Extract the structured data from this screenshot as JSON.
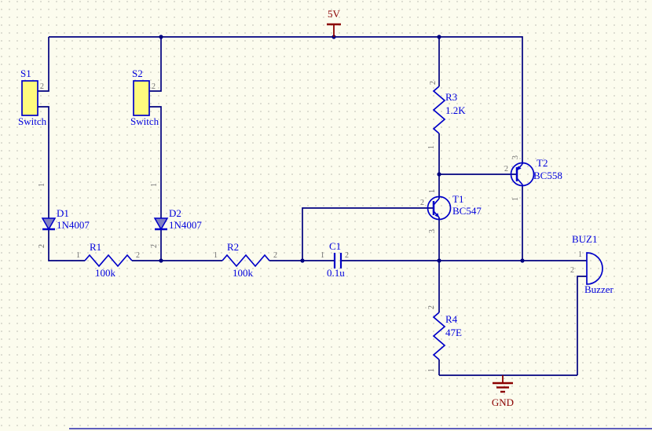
{
  "colors": {
    "background": "#FCFCEE",
    "grid_dot": "#C9C9BD",
    "wire": "#000080",
    "component_outline": "#0000C8",
    "label": "#0000DC",
    "pin_number": "#6F6F6F",
    "power": "#8B0000",
    "switch_fill": "#FFFB7E",
    "diode_fill": "#8080C4"
  },
  "power": {
    "vcc": "5V",
    "gnd": "GND"
  },
  "components": {
    "S1": {
      "ref": "S1",
      "value": "Switch",
      "pin2": "2"
    },
    "S2": {
      "ref": "S2",
      "value": "Switch",
      "pin2": "2"
    },
    "D1": {
      "ref": "D1",
      "value": "1N4007",
      "pin1": "1",
      "pin2": "2"
    },
    "D2": {
      "ref": "D2",
      "value": "1N4007",
      "pin1": "1",
      "pin2": "2"
    },
    "R1": {
      "ref": "R1",
      "value": "100k",
      "pin1": "1",
      "pin2": "2"
    },
    "R2": {
      "ref": "R2",
      "value": "100k",
      "pin1": "1",
      "pin2": "2"
    },
    "R3": {
      "ref": "R3",
      "value": "1.2K",
      "pin1": "1",
      "pin2": "2"
    },
    "R4": {
      "ref": "R4",
      "value": "47E",
      "pin1": "1",
      "pin2": "2"
    },
    "C1": {
      "ref": "C1",
      "value": "0.1u",
      "pin1": "1",
      "pin2": "2"
    },
    "T1": {
      "ref": "T1",
      "value": "BC547",
      "pin1": "1",
      "pin2": "2",
      "pin3": "3"
    },
    "T2": {
      "ref": "T2",
      "value": "BC558",
      "pin1": "1",
      "pin2": "2",
      "pin3": "3"
    },
    "BUZ1": {
      "ref": "BUZ1",
      "value": "Buzzer",
      "pin1": "1",
      "pin2": "2"
    }
  }
}
